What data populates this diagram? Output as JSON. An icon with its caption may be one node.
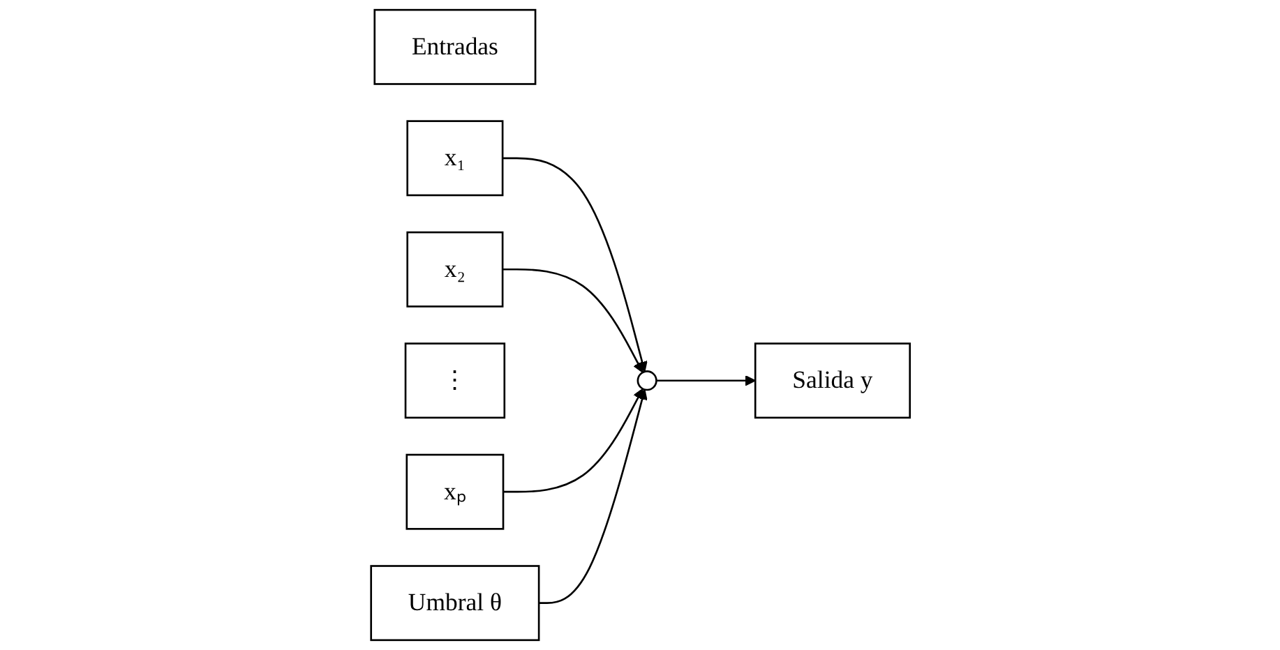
{
  "diagram": {
    "nodes": [
      {
        "text": [
          "Entradas"
        ]
      },
      {
        "text": [
          "x₁"
        ]
      },
      {
        "text": [
          "x₂"
        ]
      },
      {
        "text": [
          "⋮"
        ]
      },
      {
        "text": [
          "xₚ"
        ]
      },
      {
        "text": [],
        "shape": "circle"
      },
      {
        "text": [
          "Umbral θ"
        ]
      },
      {
        "text": [
          "Salida y"
        ]
      }
    ],
    "edges": [
      {
        "from": 1,
        "to": 5,
        "arrow": "to"
      },
      {
        "from": 2,
        "to": 5,
        "arrow": "to"
      },
      {
        "from": 4,
        "to": 5,
        "arrow": "to"
      },
      {
        "from": 6,
        "to": 5,
        "arrow": "to"
      },
      {
        "from": 5,
        "to": 7,
        "arrow": "to"
      }
    ]
  }
}
